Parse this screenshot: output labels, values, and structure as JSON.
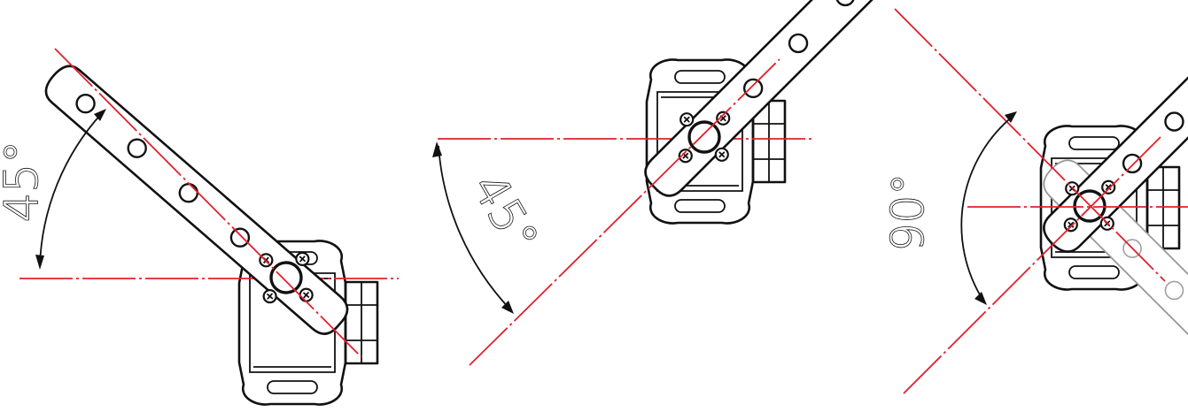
{
  "panels": [
    {
      "angle_label": "45°"
    },
    {
      "angle_label": "45°"
    },
    {
      "angle_label": "90°"
    }
  ]
}
